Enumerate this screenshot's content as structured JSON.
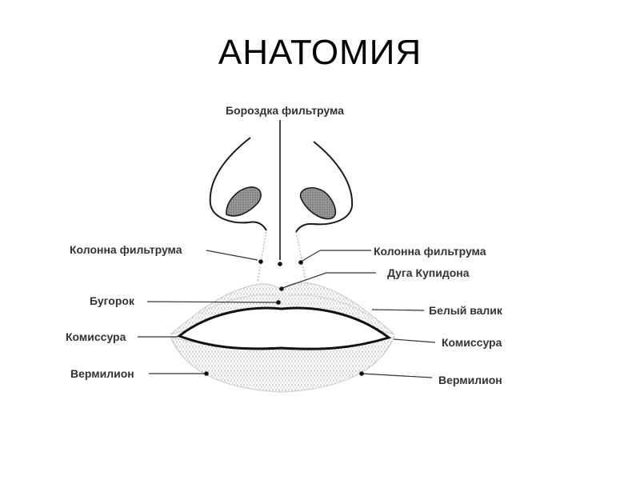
{
  "title": "АНАТОМИЯ",
  "labels": {
    "philtrum_groove": "Бороздка фильтрума",
    "philtrum_column_left": "Колонна фильтрума",
    "philtrum_column_right": "Колонна фильтрума",
    "cupids_bow": "Дуга Купидона",
    "tubercle": "Бугорок",
    "white_roll": "Белый валик",
    "commissure_left": "Комиссура",
    "commissure_right": "Комиссура",
    "vermilion_left": "Вермилион",
    "vermilion_right": "Вермилион"
  },
  "colors": {
    "ink": "#1a1a1a",
    "label": "#333333",
    "nostril_fill": "#8a8a8a",
    "lip_texture": "#9a9a9a"
  }
}
